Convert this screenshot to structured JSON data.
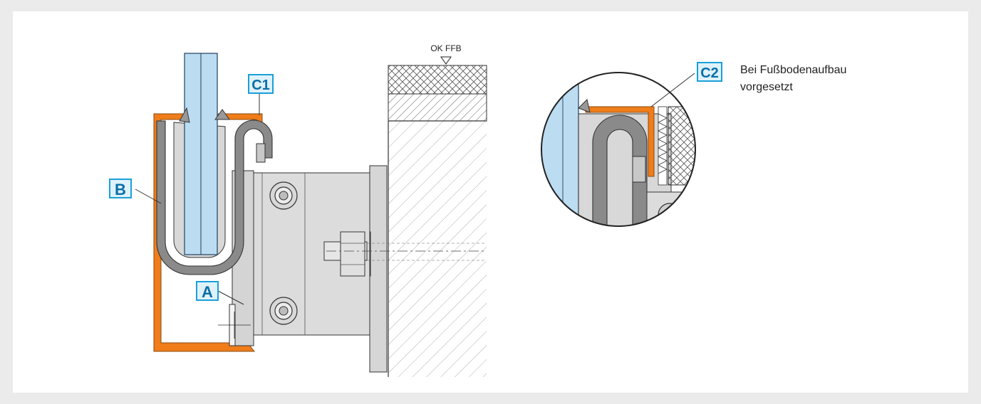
{
  "level_mark": "OK FFB",
  "labels": {
    "a": "A",
    "b": "B",
    "c1": "C1",
    "c2": "C2"
  },
  "detail_note": {
    "line1": "Bei Fußbodenaufbau",
    "line2": "vorgesetzt"
  },
  "colors": {
    "profile_orange": "#f07d1a",
    "glass_blue": "#bcdcf2",
    "label_cyan": "#1aa0d8",
    "rubber_gray": "#8a8a8a",
    "metal_light": "#dcdcdc"
  }
}
